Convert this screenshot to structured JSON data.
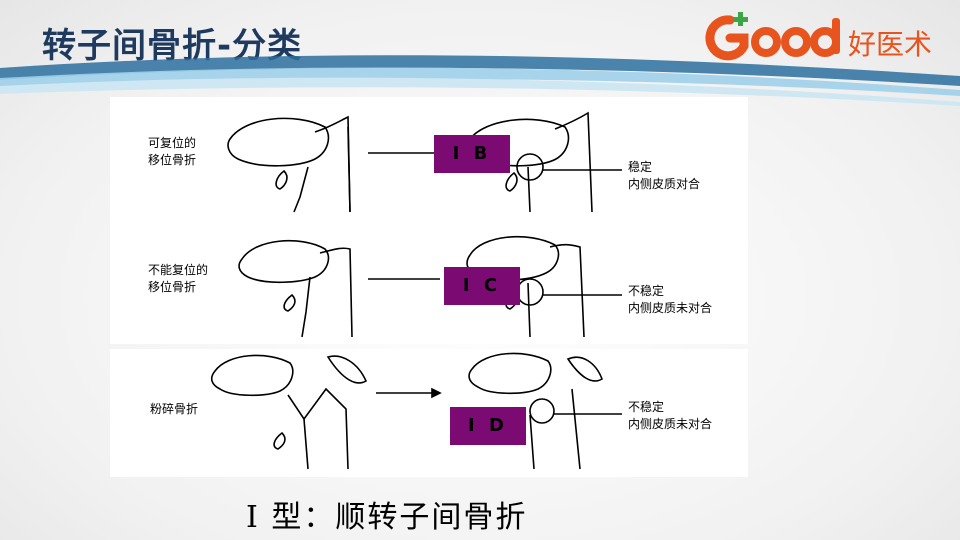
{
  "title": "转子间骨折-分类",
  "logo": {
    "brand_text": "Good",
    "cn_text": "好医术",
    "colors": {
      "orange": "#e8541e",
      "green": "#3aa645"
    }
  },
  "swoosh_colors": {
    "dark": "#2b6e9e",
    "light": "#9ed0ea"
  },
  "rows": [
    {
      "left_label": "可复位的\n移位骨折",
      "type_label": "I B",
      "right_label": "稳定\n内侧皮质对合"
    },
    {
      "left_label": "不能复位的\n移位骨折",
      "type_label": "I C",
      "right_label": "不稳定\n内侧皮质未对合"
    },
    {
      "left_label": "粉碎骨折",
      "type_label": "I D",
      "right_label": "不稳定\n内侧皮质未对合"
    }
  ],
  "caption": "I 型：顺转子间骨折",
  "badge_color": "#7b0b72"
}
